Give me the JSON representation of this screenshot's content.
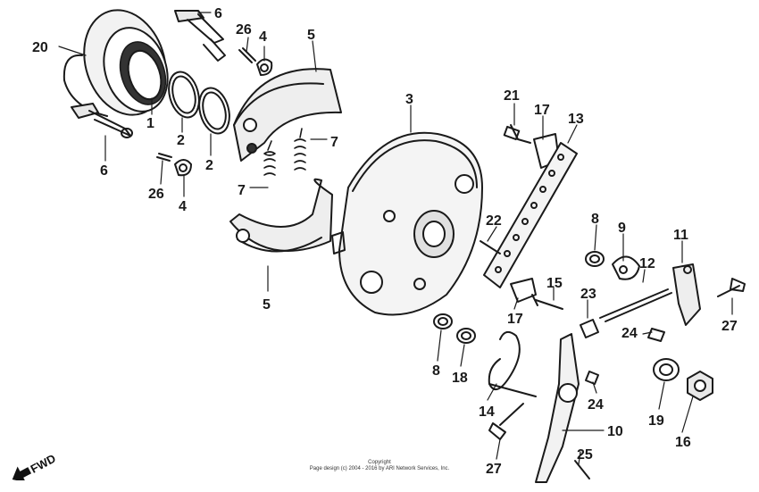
{
  "callouts": [
    {
      "id": "c1",
      "text": "20"
    },
    {
      "id": "c2",
      "text": "6"
    },
    {
      "id": "c3",
      "text": "26"
    },
    {
      "id": "c4",
      "text": "4"
    },
    {
      "id": "c5",
      "text": "5"
    },
    {
      "id": "c6",
      "text": "1"
    },
    {
      "id": "c7",
      "text": "2"
    },
    {
      "id": "c8",
      "text": "2"
    },
    {
      "id": "c9",
      "text": "6"
    },
    {
      "id": "c10",
      "text": "26"
    },
    {
      "id": "c11",
      "text": "4"
    },
    {
      "id": "c12",
      "text": "7"
    },
    {
      "id": "c13",
      "text": "7"
    },
    {
      "id": "c14",
      "text": "5"
    },
    {
      "id": "c15",
      "text": "3"
    },
    {
      "id": "c16",
      "text": "21"
    },
    {
      "id": "c17",
      "text": "17"
    },
    {
      "id": "c18",
      "text": "13"
    },
    {
      "id": "c19",
      "text": "22"
    },
    {
      "id": "c20",
      "text": "8"
    },
    {
      "id": "c21",
      "text": "9"
    },
    {
      "id": "c22",
      "text": "11"
    },
    {
      "id": "c23",
      "text": "12"
    },
    {
      "id": "c24",
      "text": "15"
    },
    {
      "id": "c25",
      "text": "23"
    },
    {
      "id": "c26",
      "text": "17"
    },
    {
      "id": "c27",
      "text": "24"
    },
    {
      "id": "c28",
      "text": "27"
    },
    {
      "id": "c29",
      "text": "8"
    },
    {
      "id": "c30",
      "text": "18"
    },
    {
      "id": "c31",
      "text": "14"
    },
    {
      "id": "c32",
      "text": "24"
    },
    {
      "id": "c33",
      "text": "19"
    },
    {
      "id": "c34",
      "text": "16"
    },
    {
      "id": "c35",
      "text": "10"
    },
    {
      "id": "c36",
      "text": "25"
    },
    {
      "id": "c37",
      "text": "27"
    }
  ],
  "fwd_label": "FWD",
  "copyright": {
    "line1": "Copyright",
    "line2": "Page design (c) 2004 - 2016 by ARI Network Services, Inc."
  }
}
